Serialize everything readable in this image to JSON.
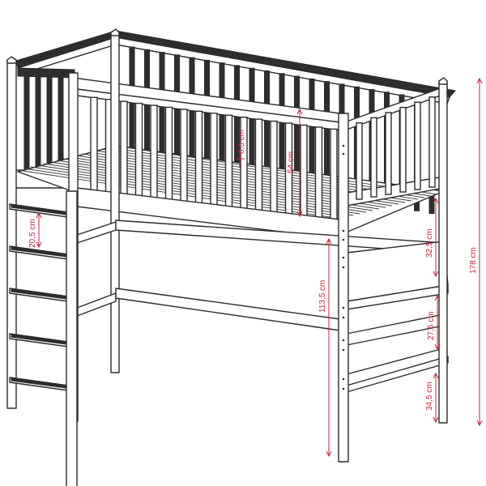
{
  "dimensions": {
    "rail_gap": "6,5 cm",
    "guard_height": "54 cm",
    "ladder_step": "20,5 cm",
    "clearance_under_bed": "113,5 cm",
    "total_height": "178 cm",
    "shelf_gap_top": "32,5 cm",
    "shelf_gap_middle": "27,5 cm",
    "shelf_gap_bottom": "34,5 cm"
  },
  "colors": {
    "outline": "#2b2b2b",
    "dimension": "#c0243a",
    "background": "#ffffff"
  }
}
